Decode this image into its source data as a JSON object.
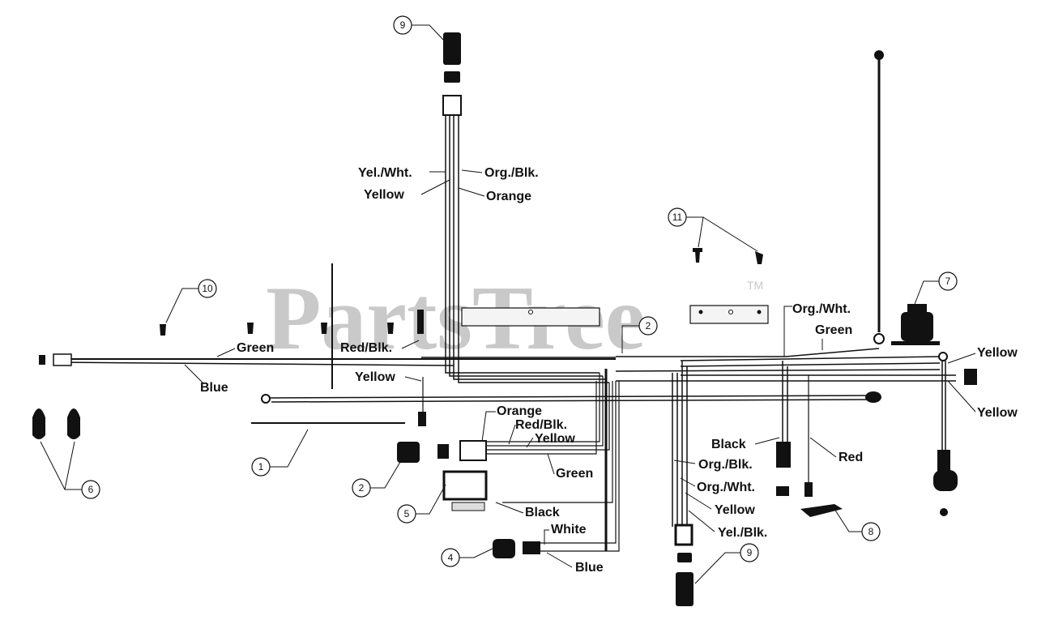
{
  "watermark": {
    "text": "PartsTree",
    "tm": "TM"
  },
  "wire_labels": {
    "yel_wht_top": "Yel./Wht.",
    "org_blk_top": "Org./Blk.",
    "yellow_top": "Yellow",
    "orange_top": "Orange",
    "org_wht_right": "Org./Wht.",
    "green_right": "Green",
    "green_left": "Green",
    "red_blk_left": "Red/Blk.",
    "blue_left": "Blue",
    "yellow_left": "Yellow",
    "orange_mid": "Orange",
    "red_blk_mid": "Red/Blk.",
    "yellow_mid": "Yellow",
    "green_mid": "Green",
    "black_mid": "Black",
    "white_low": "White",
    "blue_low": "Blue",
    "black_right": "Black",
    "red_right": "Red",
    "org_blk_lower": "Org./Blk.",
    "org_wht_lower": "Org./Wht.",
    "yellow_lower": "Yellow",
    "yel_blk_lower": "Yel./Blk.",
    "yellow_far_top": "Yellow",
    "yellow_far_bottom": "Yellow"
  },
  "callouts": {
    "c9_top": "9",
    "c11": "11",
    "c7": "7",
    "c10": "10",
    "c2_top": "2",
    "c1": "1",
    "c2_low": "2",
    "c6": "6",
    "c5": "5",
    "c4": "4",
    "c9_low": "9",
    "c8": "8"
  }
}
